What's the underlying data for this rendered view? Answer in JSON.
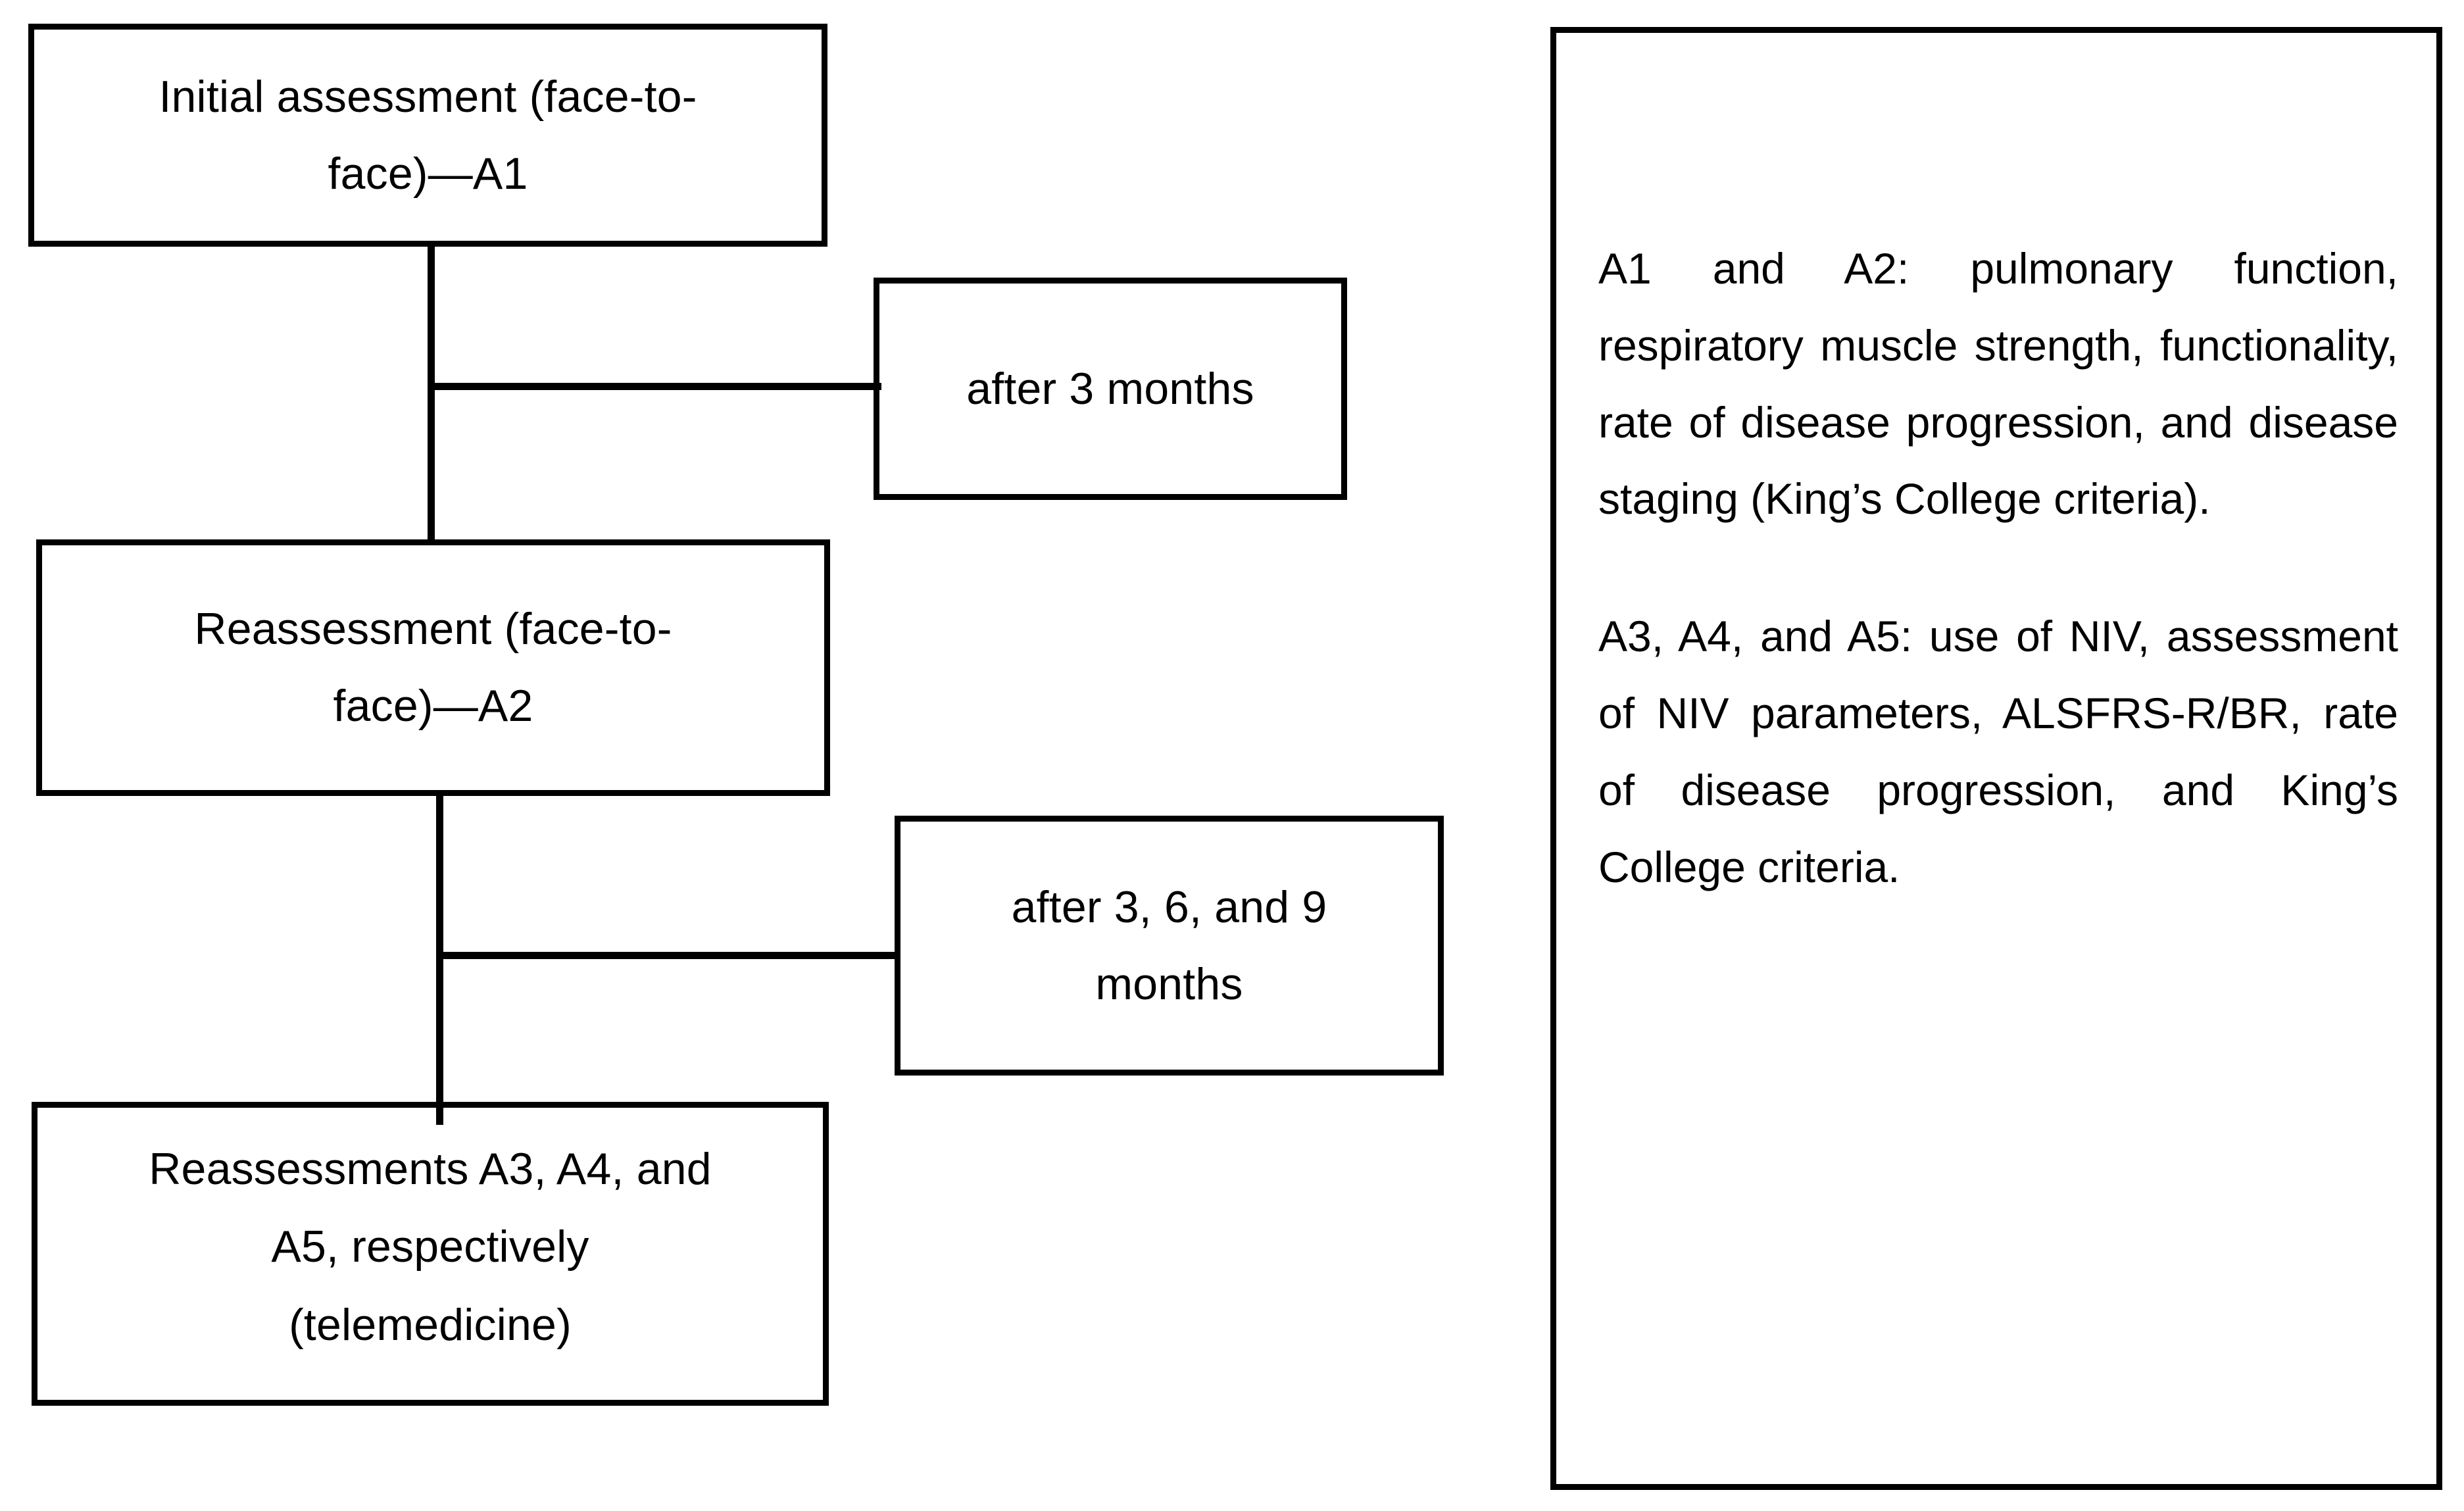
{
  "diagram": {
    "type": "flowchart",
    "title": "",
    "nodes": [
      {
        "id": "initial-assessment",
        "label": "Initial assessment (face-to-\nface)—A1"
      },
      {
        "id": "after-3-months",
        "label": "after 3 months"
      },
      {
        "id": "reassessment",
        "label": "Reassessment (face-to-\nface)—A2"
      },
      {
        "id": "after-3-6-9-months",
        "label": "after 3, 6, and 9\nmonths"
      },
      {
        "id": "reassessments-telemedicine",
        "label": "Reassessments A3, A4, and\nA5, respectively\n(telemedicine)"
      }
    ],
    "edges": [
      {
        "from": "initial-assessment",
        "to": "reassessment",
        "label": ""
      },
      {
        "from": "initial-assessment",
        "to": "after-3-months",
        "label": ""
      },
      {
        "from": "reassessment",
        "to": "reassessments-telemedicine",
        "label": ""
      },
      {
        "from": "reassessment",
        "to": "after-3-6-9-months",
        "label": ""
      }
    ]
  },
  "legend": {
    "paragraphs": [
      "A1 and A2: pulmonary function, respiratory muscle strength, functionality, rate of disease progression, and disease staging (King’s College criteria).",
      "A3, A4, and A5: use of NIV, assessment of NIV parameters, ALSFRS-R/BR, rate of disease progression, and King’s College criteria."
    ]
  },
  "colors": {
    "stroke": "#000000",
    "background": "#ffffff",
    "text": "#000000"
  }
}
